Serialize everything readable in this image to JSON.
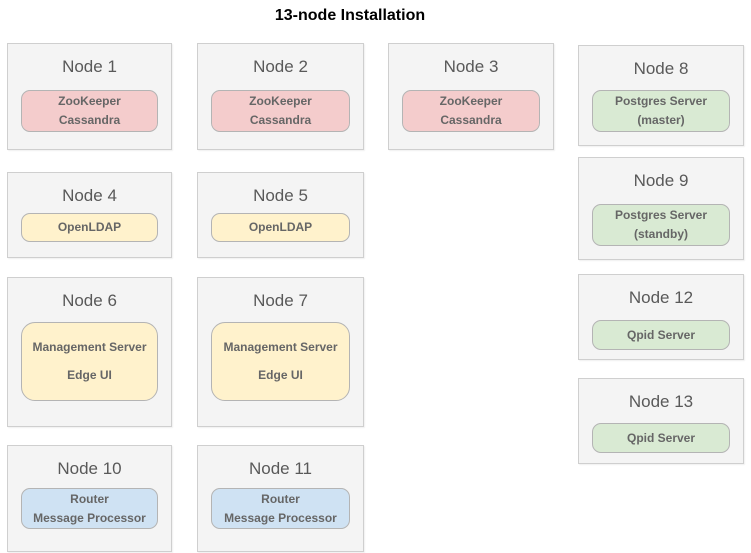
{
  "title": "13-node Installation",
  "colors": {
    "pink": "#f4cccc",
    "yellow": "#fff2cc",
    "green": "#d9ead3",
    "blue": "#cfe2f3"
  },
  "nodes": [
    {
      "title": "Node 1",
      "component": {
        "line1": "ZooKeeper",
        "line2": "Cassandra"
      },
      "color": "pink"
    },
    {
      "title": "Node 2",
      "component": {
        "line1": "ZooKeeper",
        "line2": "Cassandra"
      },
      "color": "pink"
    },
    {
      "title": "Node 3",
      "component": {
        "line1": "ZooKeeper",
        "line2": "Cassandra"
      },
      "color": "pink"
    },
    {
      "title": "Node 4",
      "component": {
        "line1": "OpenLDAP"
      },
      "color": "yellow"
    },
    {
      "title": "Node 5",
      "component": {
        "line1": "OpenLDAP"
      },
      "color": "yellow"
    },
    {
      "title": "Node 6",
      "component": {
        "line1": "Management Server",
        "line2": "Edge UI"
      },
      "color": "yellow"
    },
    {
      "title": "Node 7",
      "component": {
        "line1": "Management Server",
        "line2": "Edge UI"
      },
      "color": "yellow"
    },
    {
      "title": "Node 8",
      "component": {
        "line1": "Postgres Server",
        "line2": "(master)"
      },
      "color": "green"
    },
    {
      "title": "Node 9",
      "component": {
        "line1": "Postgres Server",
        "line2": "(standby)"
      },
      "color": "green"
    },
    {
      "title": "Node 10",
      "component": {
        "line1": "Router",
        "line2": "Message Processor"
      },
      "color": "blue"
    },
    {
      "title": "Node 11",
      "component": {
        "line1": "Router",
        "line2": "Message Processor"
      },
      "color": "blue"
    },
    {
      "title": "Node 12",
      "component": {
        "line1": "Qpid Server"
      },
      "color": "green"
    },
    {
      "title": "Node 13",
      "component": {
        "line1": "Qpid Server"
      },
      "color": "green"
    }
  ]
}
